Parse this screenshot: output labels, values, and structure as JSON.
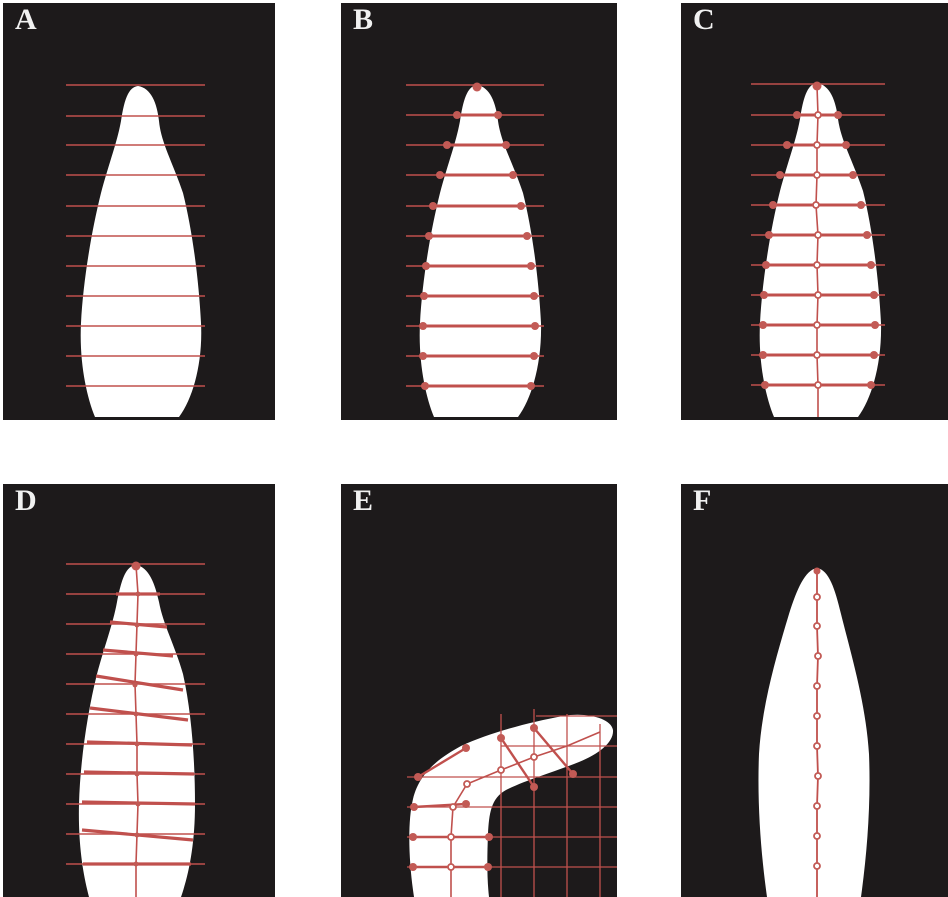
{
  "panels": [
    {
      "id": "A",
      "label": "A"
    },
    {
      "id": "B",
      "label": "B"
    },
    {
      "id": "C",
      "label": "C"
    },
    {
      "id": "D",
      "label": "D"
    },
    {
      "id": "E",
      "label": "E"
    },
    {
      "id": "F",
      "label": "F"
    }
  ],
  "colors": {
    "background": "#1d1a1b",
    "shape": "#ffffff",
    "line": "#c0504d",
    "node": "#c25a55",
    "label": "#f1f1f1"
  }
}
